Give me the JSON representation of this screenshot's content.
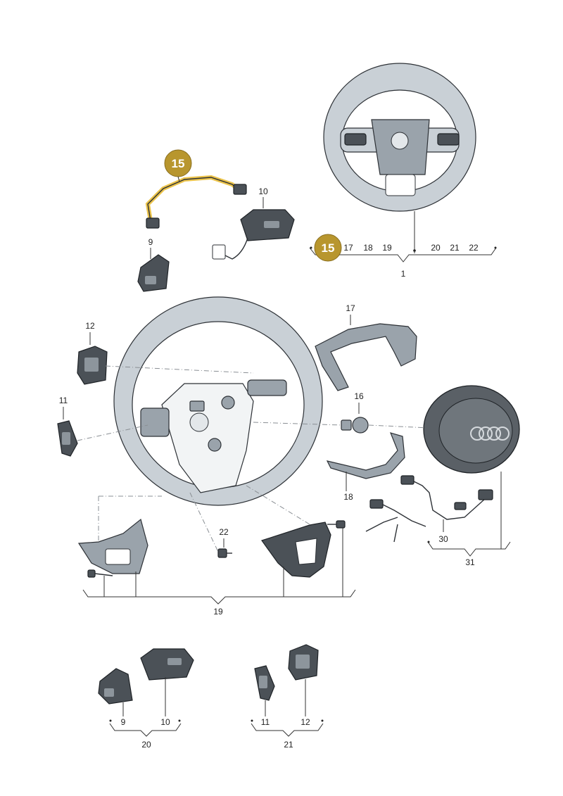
{
  "accent_color": "#b8962e",
  "highlight_color": "#e8b82a",
  "labels": {
    "p1": "1",
    "p9": "9",
    "p10": "10",
    "p11": "11",
    "p12": "12",
    "p15_top": "15",
    "p15_group": "15",
    "p16": "16",
    "p17": "17",
    "p17_group": "17",
    "p18": "18",
    "p18_group": "18",
    "p19": "19",
    "p20_group": "20",
    "p21_group": "21",
    "p22": "22",
    "p22_group": "22",
    "p30": "30",
    "p31": "31",
    "p9_b": "9",
    "p10_b": "10",
    "p20_b": "20",
    "p11_b": "11",
    "p12_b": "12",
    "p21_b": "21",
    "p19_group": "19"
  }
}
